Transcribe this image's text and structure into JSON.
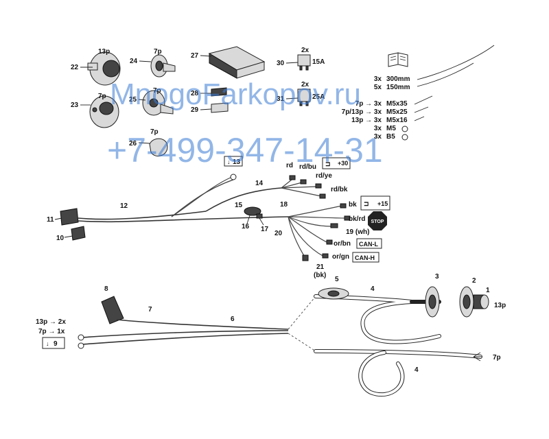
{
  "watermark": {
    "line1": "MnogoFarkopov.ru",
    "line2": "+7-499-347-14-31"
  },
  "parts": {
    "p1": "1",
    "p2": "2",
    "p3": "3",
    "p4a": "4",
    "p4b": "4",
    "p5": "5",
    "p6": "6",
    "p7": "7",
    "p8": "8",
    "p9": "9",
    "p10": "10",
    "p11": "11",
    "p12": "12",
    "p13": "13",
    "p14": "14",
    "p15": "15",
    "p16": "16",
    "p17": "17",
    "p18": "18",
    "p19": "19 (wh)",
    "p20": "20",
    "p21": "21",
    "p21sub": "(bk)",
    "p22": "22",
    "p23": "23",
    "p24": "24",
    "p25": "25",
    "p26": "26",
    "p27": "27",
    "p28": "28",
    "p29": "29",
    "p30": "30",
    "p31": "31"
  },
  "connectors": {
    "c13p_top": "13p",
    "c7p_top": "7p",
    "c7p_25": "7p",
    "c7p_26": "7p",
    "c13p_right": "13p",
    "c7p_right": "7p"
  },
  "fuses": {
    "qty30": "2x",
    "rating30": "15A",
    "qty31": "2x",
    "rating31": "25A"
  },
  "hardware": [
    {
      "qty": "3x",
      "desc": "300mm"
    },
    {
      "qty": "5x",
      "desc": "150mm"
    },
    {
      "qty": "7p → 3x",
      "desc": "M5x35"
    },
    {
      "qty": "7p/13p → 3x",
      "desc": "M5x25"
    },
    {
      "qty": "13p → 3x",
      "desc": "M5x16"
    },
    {
      "qty": "3x",
      "desc": "M5"
    },
    {
      "qty": "3x",
      "desc": "B5"
    }
  ],
  "wires": {
    "rd": "rd",
    "rdbu": "rd/bu",
    "rdye": "rd/ye",
    "rdbk": "rd/bk",
    "bk": "bk",
    "bkrd": "bk/rd",
    "orbn": "or/bn",
    "orgn": "or/gn"
  },
  "tags": {
    "can_l": "CAN-L",
    "can_h": "CAN-H",
    "stop": "STOP",
    "ref13": "13",
    "ref9": "9",
    "plus30": "+30",
    "plus15": "+15"
  },
  "bottom_left": {
    "line1": "13p → 2x",
    "line2": "7p → 1x"
  },
  "colors": {
    "watermark": "#3a7bd5",
    "line": "#222222"
  }
}
